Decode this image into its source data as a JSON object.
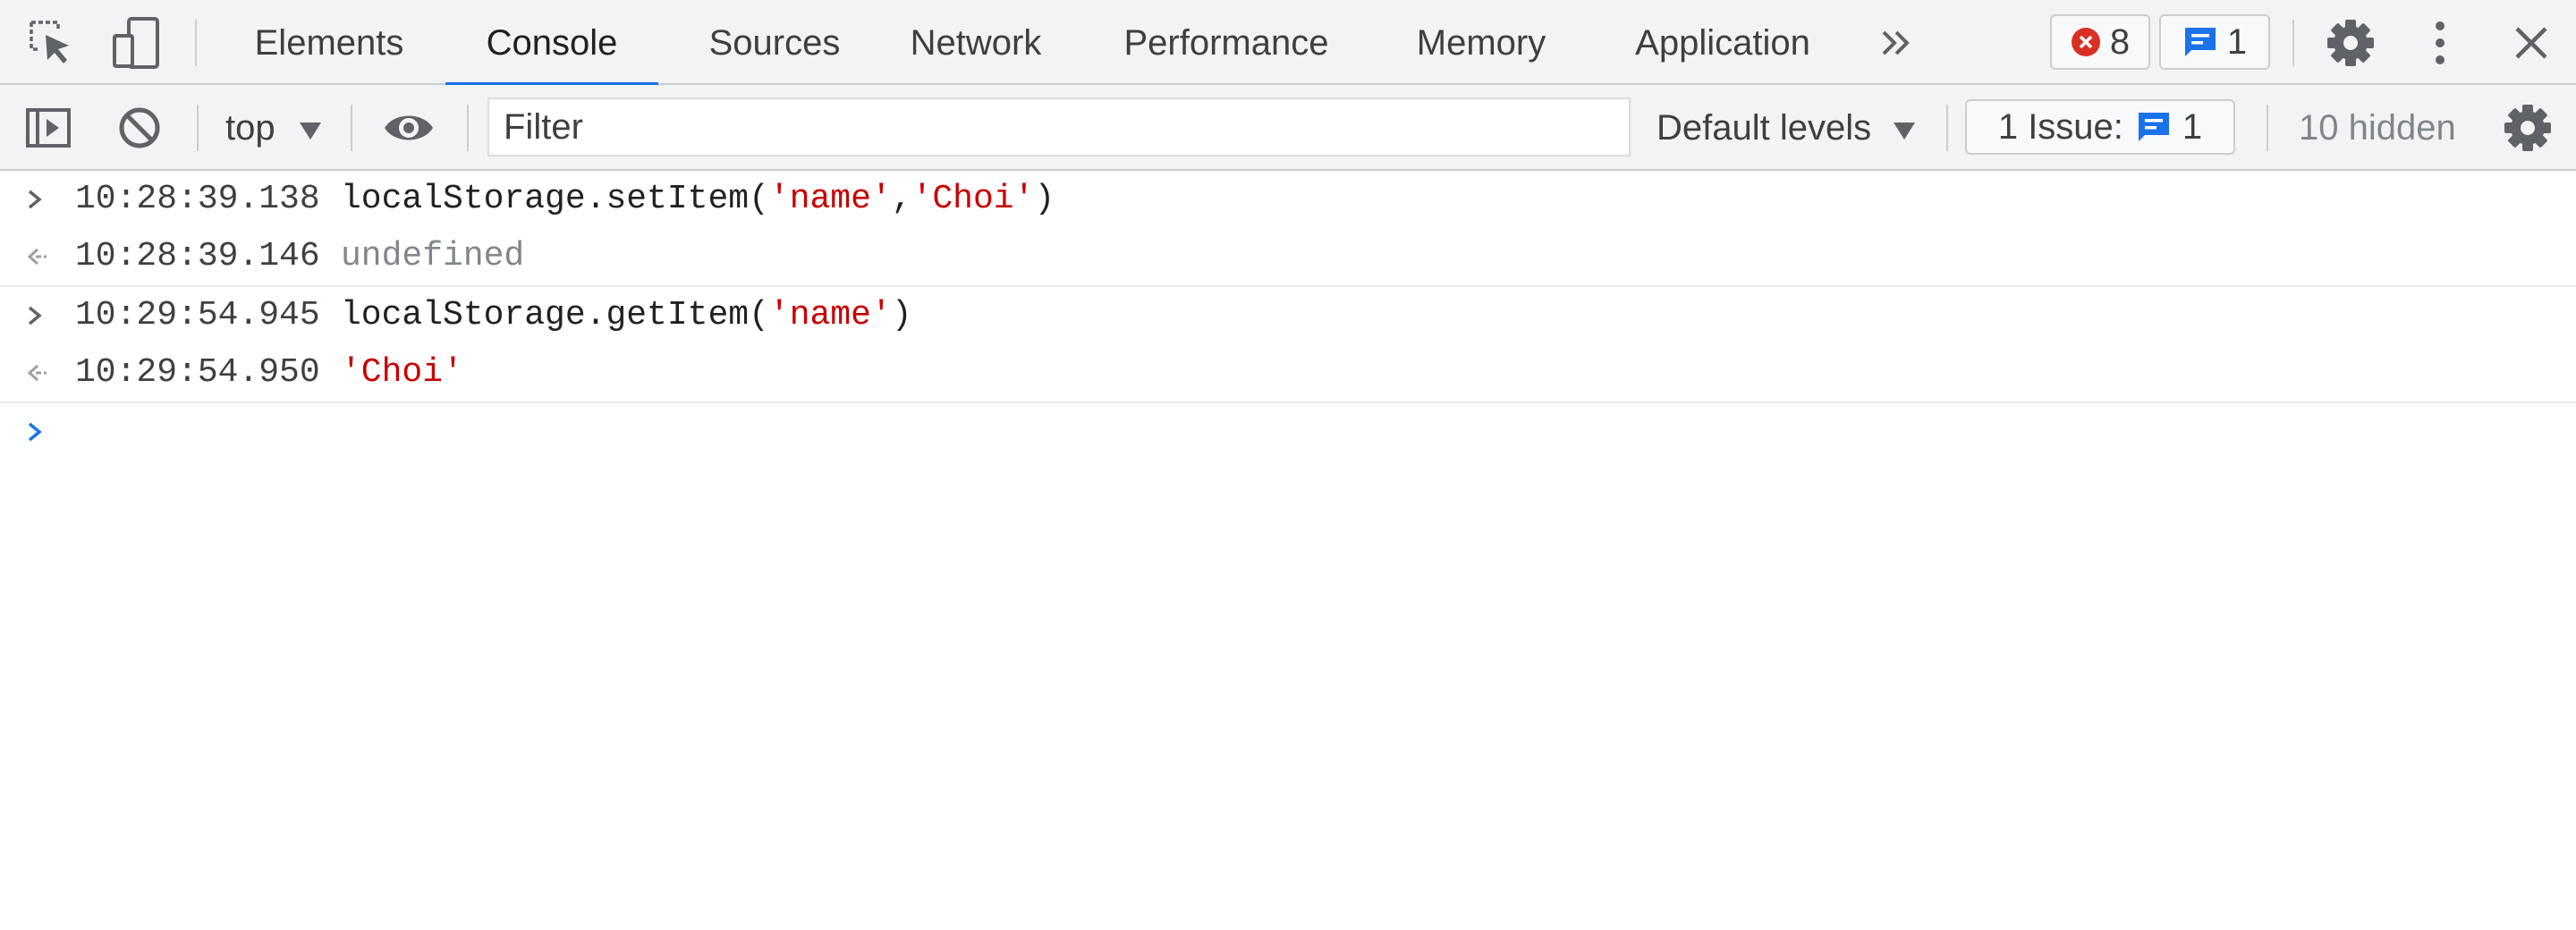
{
  "tabs": [
    {
      "label": "Elements",
      "active": false
    },
    {
      "label": "Console",
      "active": true
    },
    {
      "label": "Sources",
      "active": false
    },
    {
      "label": "Network",
      "active": false
    },
    {
      "label": "Performance",
      "active": false
    },
    {
      "label": "Memory",
      "active": false
    },
    {
      "label": "Application",
      "active": false
    }
  ],
  "badges": {
    "errors": "8",
    "messages": "1"
  },
  "toolbar": {
    "context": "top",
    "filter_placeholder": "Filter",
    "levels": "Default levels",
    "issues_label": "1 Issue:",
    "issues_count": "1",
    "hidden": "10 hidden"
  },
  "log": [
    {
      "kind": "input",
      "time": "10:28:39.138",
      "pre": "localStorage.setItem(",
      "s1": "'name'",
      "mid": ",",
      "s2": "'Choi'",
      "post": ")"
    },
    {
      "kind": "output",
      "time": "10:28:39.146",
      "value": "undefined"
    },
    {
      "kind": "input",
      "time": "10:29:54.945",
      "pre": "localStorage.getItem(",
      "s1": "'name'",
      "post": ")"
    },
    {
      "kind": "output",
      "time": "10:29:54.950",
      "value": "'Choi'"
    }
  ],
  "icons": {
    "inspect": "inspect-element-icon",
    "device": "device-toolbar-icon",
    "more_tabs": "chevron-double-right-icon",
    "settings": "gear-icon",
    "menu": "kebab-menu-icon",
    "close": "close-icon",
    "sidebar": "show-sidebar-icon",
    "clear": "clear-console-icon",
    "eye": "live-expression-icon"
  },
  "colors": {
    "accent": "#1a73e8",
    "error": "#d93025",
    "string": "#c80000",
    "muted": "#80868b"
  }
}
